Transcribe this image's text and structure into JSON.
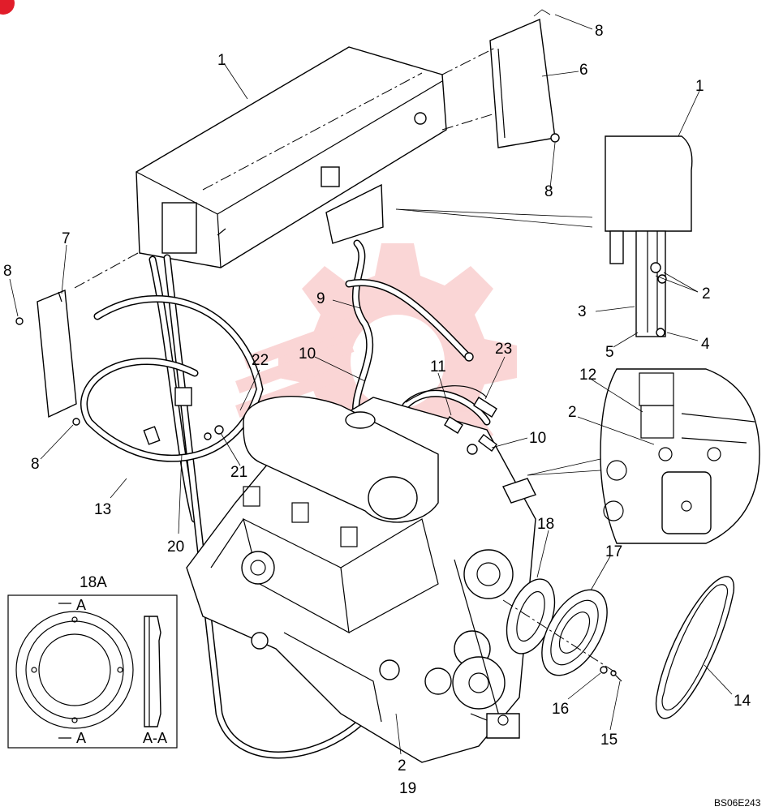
{
  "drawing_code": "BS06E243",
  "detail": {
    "title": "18A",
    "section_label": "A",
    "section_view_label": "A-A"
  },
  "callouts": [
    {
      "id": "c1a",
      "text": "1"
    },
    {
      "id": "c1b",
      "text": "1"
    },
    {
      "id": "c2a",
      "text": "2"
    },
    {
      "id": "c2b",
      "text": "2"
    },
    {
      "id": "c2c",
      "text": "2"
    },
    {
      "id": "c3",
      "text": "3"
    },
    {
      "id": "c4",
      "text": "4"
    },
    {
      "id": "c5",
      "text": "5"
    },
    {
      "id": "c6",
      "text": "6"
    },
    {
      "id": "c7",
      "text": "7"
    },
    {
      "id": "c8a",
      "text": "8"
    },
    {
      "id": "c8b",
      "text": "8"
    },
    {
      "id": "c8c",
      "text": "8"
    },
    {
      "id": "c8d",
      "text": "8"
    },
    {
      "id": "c9",
      "text": "9"
    },
    {
      "id": "c10a",
      "text": "10"
    },
    {
      "id": "c10b",
      "text": "10"
    },
    {
      "id": "c11",
      "text": "11"
    },
    {
      "id": "c12",
      "text": "12"
    },
    {
      "id": "c13",
      "text": "13"
    },
    {
      "id": "c14",
      "text": "14"
    },
    {
      "id": "c15",
      "text": "15"
    },
    {
      "id": "c16",
      "text": "16"
    },
    {
      "id": "c17",
      "text": "17"
    },
    {
      "id": "c18",
      "text": "18"
    },
    {
      "id": "c19",
      "text": "19"
    },
    {
      "id": "c20",
      "text": "20"
    },
    {
      "id": "c21",
      "text": "21"
    },
    {
      "id": "c22",
      "text": "22"
    },
    {
      "id": "c23",
      "text": "23"
    }
  ],
  "colors": {
    "line": "#000000",
    "background": "#ffffff",
    "watermark": "#f4a3a3",
    "corner_badge": "#e11d2a"
  },
  "icons": {
    "watermark": "gear-logo-watermark",
    "corner": "corner-badge-icon"
  }
}
